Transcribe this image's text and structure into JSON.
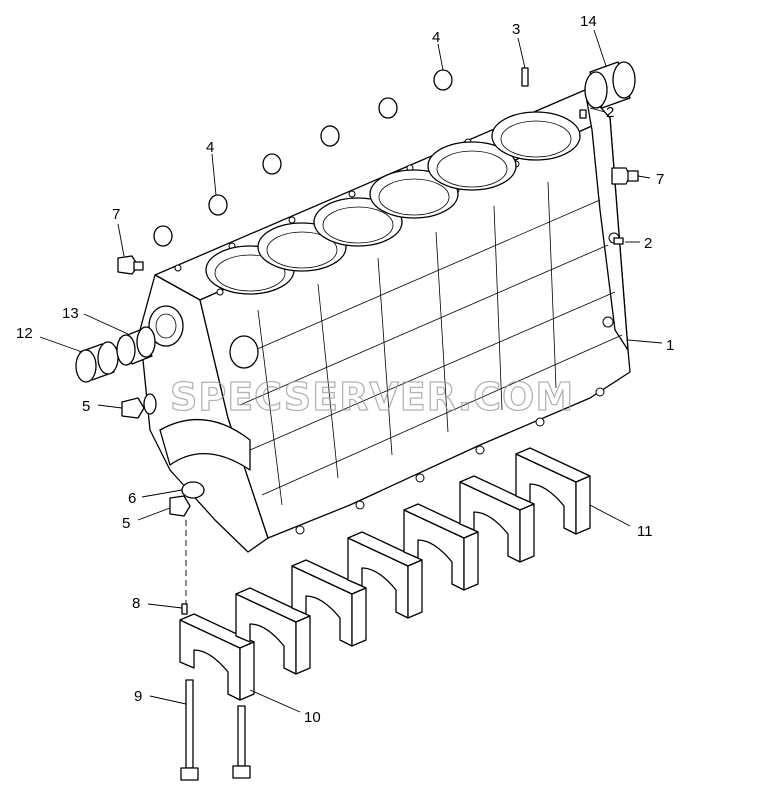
{
  "diagram": {
    "callouts": [
      "1",
      "2",
      "2",
      "3",
      "4",
      "4",
      "5",
      "5",
      "6",
      "7",
      "7",
      "8",
      "9",
      "10",
      "11",
      "12",
      "13",
      "14"
    ],
    "watermark": "SPECSERVER.COM"
  }
}
